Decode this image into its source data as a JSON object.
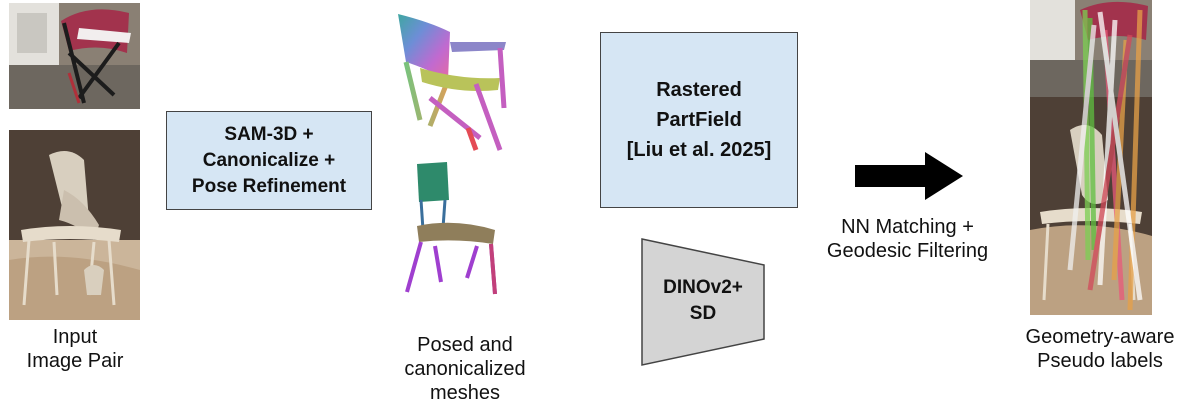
{
  "input_label": {
    "line1": "Input",
    "line2": "Image Pair"
  },
  "sam_box": {
    "line1": "SAM-3D +",
    "line2": "Canonicalize +",
    "line3": "Pose Refinement"
  },
  "mesh_label": {
    "line1": "Posed and",
    "line2": "canonicalized",
    "line3": "meshes"
  },
  "partfield_box": {
    "line1": "Rastered",
    "line2": "PartField",
    "line3": "[Liu et al. 2025]"
  },
  "dino_box": {
    "line1": "DINOv2+",
    "line2": "SD"
  },
  "matching_label": {
    "line1": "NN Matching +",
    "line2": "Geodesic Filtering"
  },
  "output_label": {
    "line1": "Geometry-aware",
    "line2": "Pseudo labels"
  },
  "colors": {
    "box_fill": "#d6e6f4",
    "encoder_fill": "#d4d4d4",
    "arrow": "#000000"
  }
}
